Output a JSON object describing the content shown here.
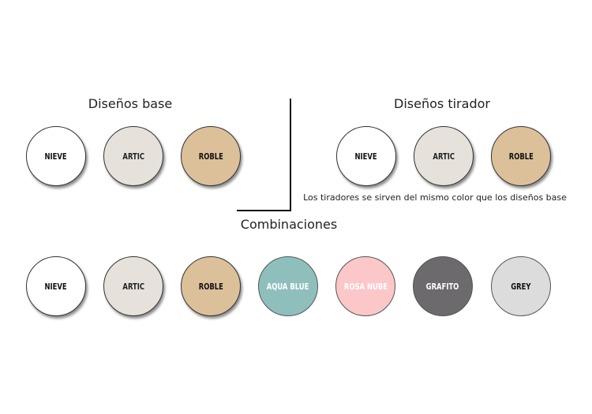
{
  "base": {
    "title": "Diseños base",
    "items": [
      {
        "label": "NIEVE",
        "color": "#ffffff",
        "text": "#111111"
      },
      {
        "label": "ARTIC",
        "color": "#e6e2db",
        "text": "#222222"
      },
      {
        "label": "ROBLE",
        "color": "#dcc09a",
        "text": "#111111"
      }
    ]
  },
  "tirador": {
    "title": "Diseños tirador",
    "note": "Los tiradores se sirven del mismo color que los diseños base",
    "items": [
      {
        "label": "NIEVE",
        "color": "#ffffff",
        "text": "#111111"
      },
      {
        "label": "ARTIC",
        "color": "#e6e2db",
        "text": "#222222"
      },
      {
        "label": "ROBLE",
        "color": "#dcc09a",
        "text": "#111111"
      }
    ]
  },
  "combinaciones": {
    "title": "Combinaciones",
    "items": [
      {
        "label": "NIEVE",
        "color": "#ffffff",
        "text": "#111111"
      },
      {
        "label": "ARTIC",
        "color": "#e6e2db",
        "text": "#222222"
      },
      {
        "label": "ROBLE",
        "color": "#dcc09a",
        "text": "#111111"
      },
      {
        "label": "AQUA BLUE",
        "color": "#8fbfbd",
        "text": "#ffffff"
      },
      {
        "label": "ROSA NUBE",
        "color": "#fbc7c9",
        "text": "#ffffff"
      },
      {
        "label": "GRAFITO",
        "color": "#6c6a6c",
        "text": "#ffffff"
      },
      {
        "label": "GREY",
        "color": "#dcdcdc",
        "text": "#111111"
      }
    ]
  }
}
